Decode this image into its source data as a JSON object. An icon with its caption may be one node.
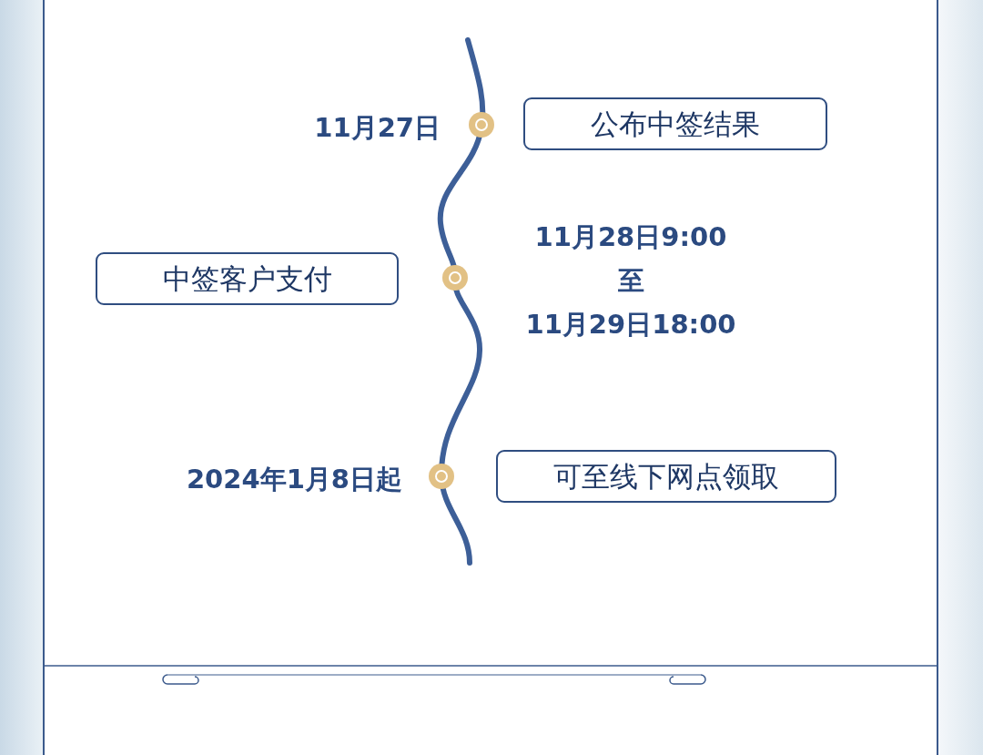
{
  "diagram": {
    "nodes": [
      {
        "text": [
          "公布中签结果"
        ],
        "beside": [
          "11月27日"
        ]
      },
      {
        "text": [
          "中签客户支付"
        ],
        "beside": [
          "11月28日9:00",
          "至",
          "11月29日18:00"
        ]
      },
      {
        "text": [
          "可至线下网点领取"
        ],
        "beside": [
          "2024年1月8日起"
        ]
      }
    ]
  }
}
